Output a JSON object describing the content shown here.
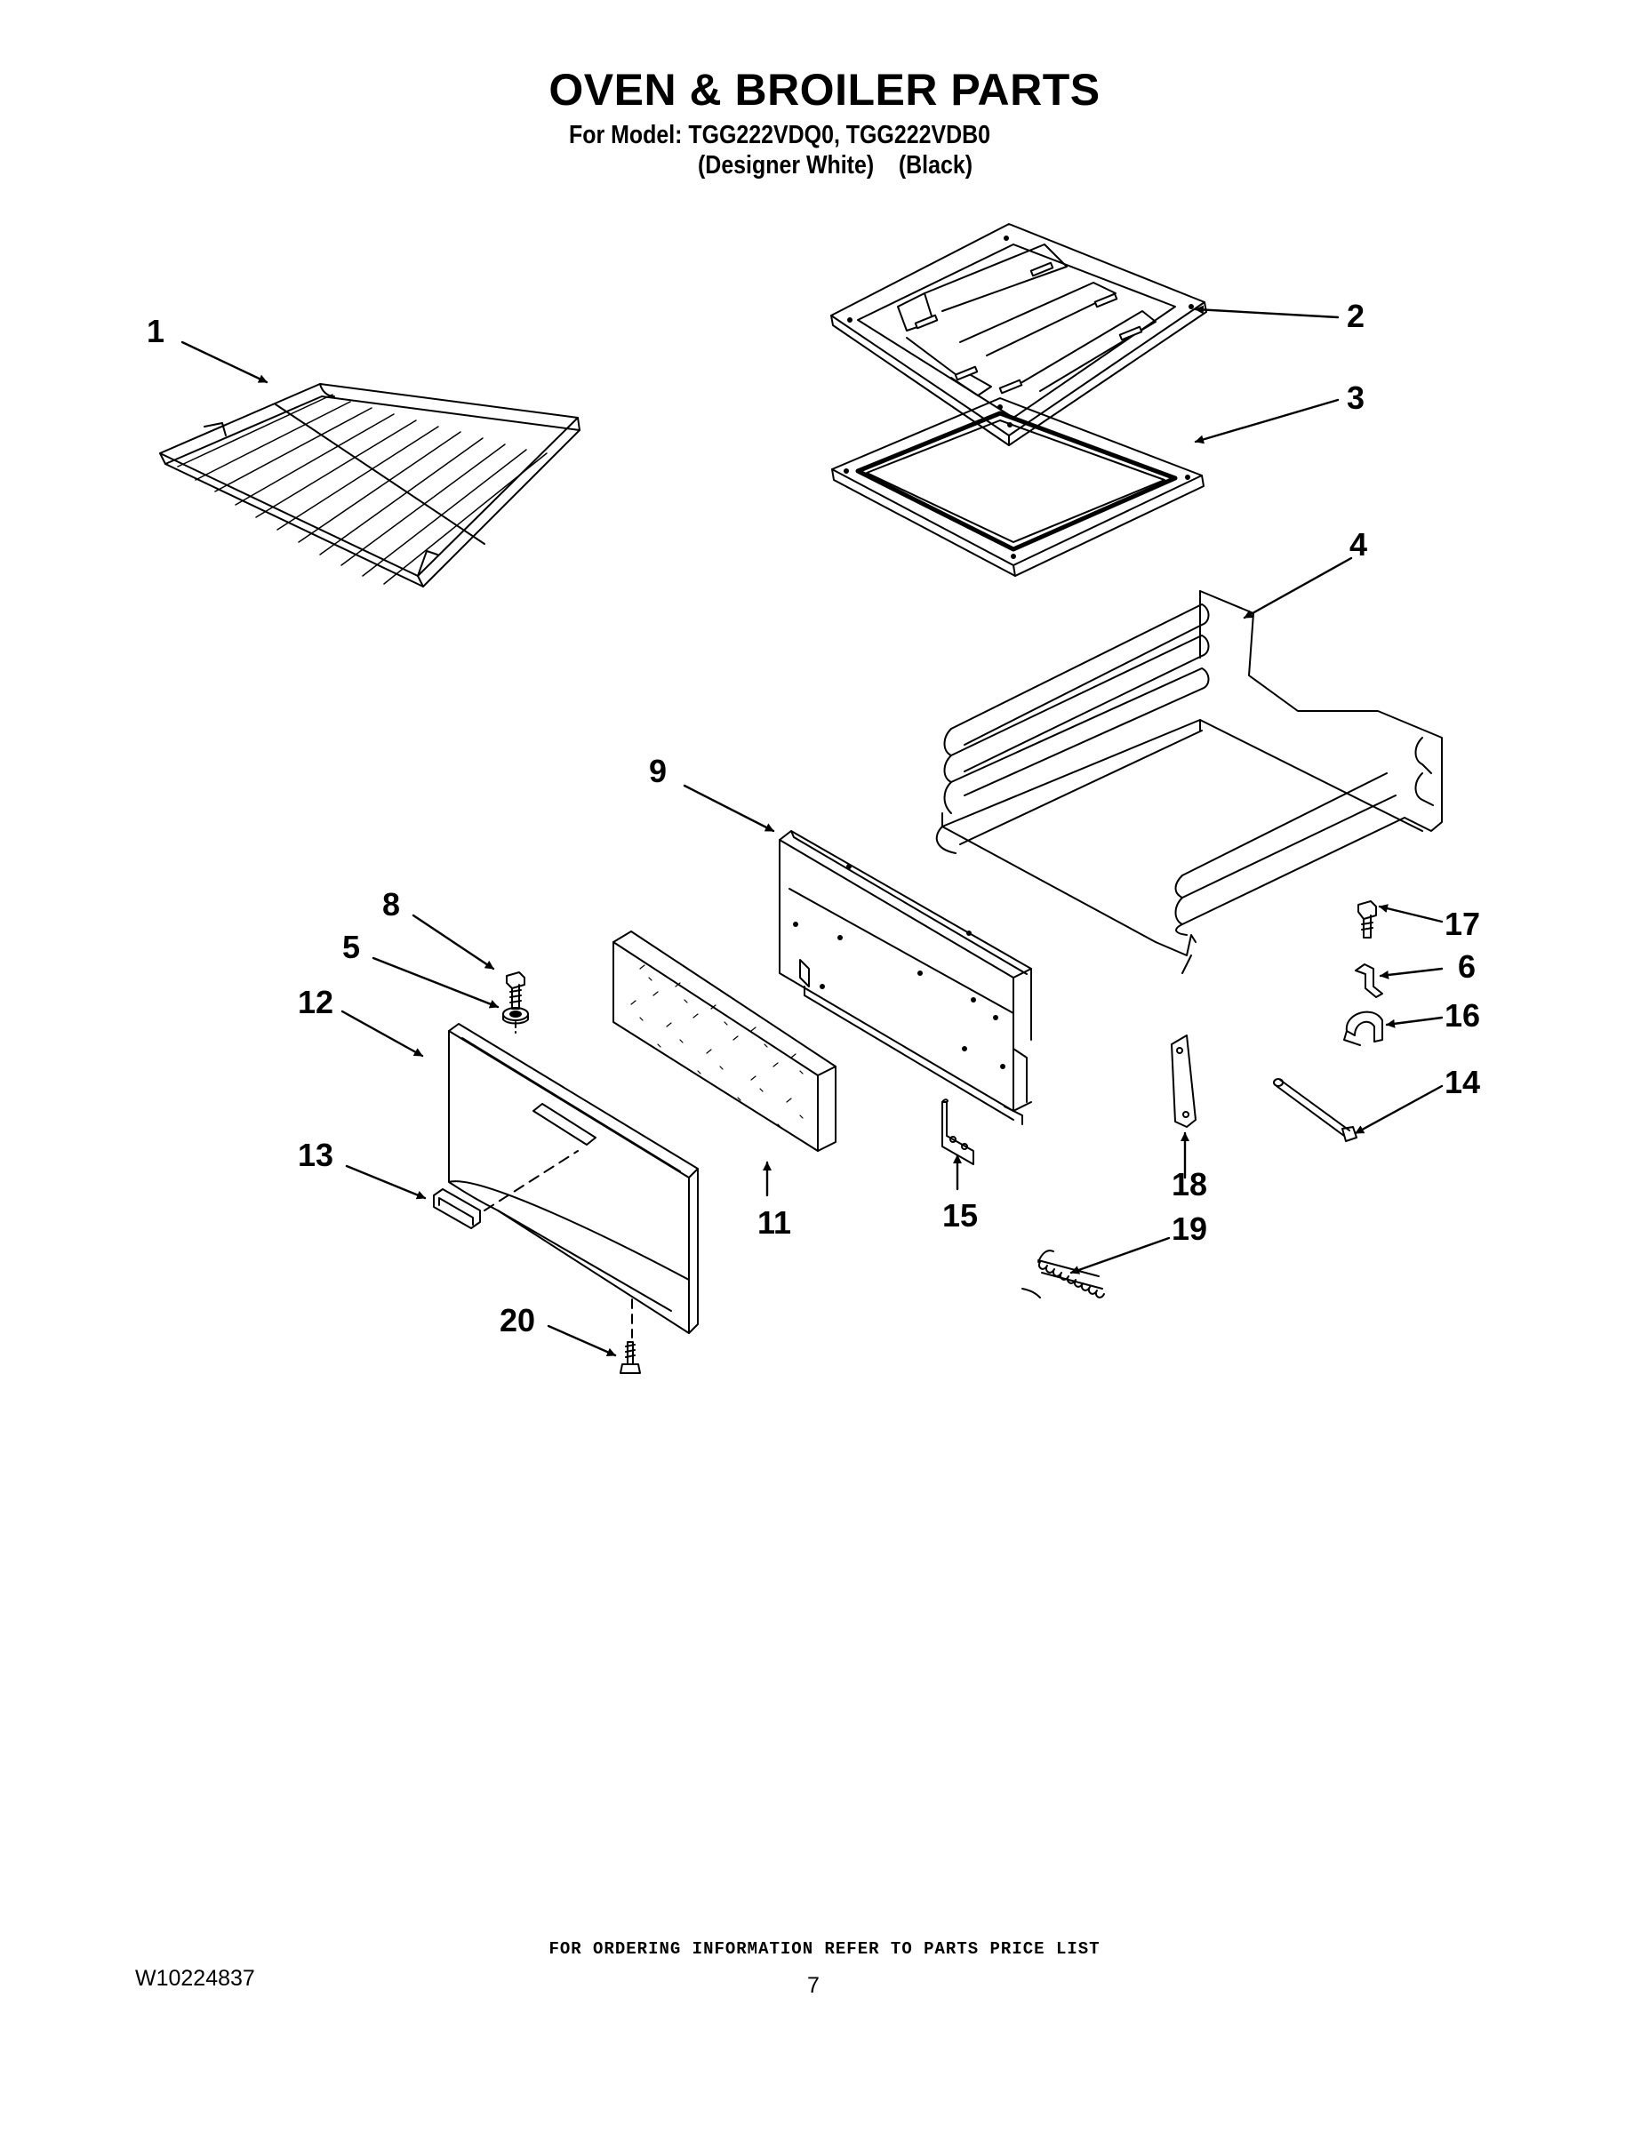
{
  "header": {
    "title": "OVEN & BROILER PARTS",
    "model_line": "For Model: TGG222VDQ0, TGG222VDB0",
    "color_1": "(Designer White)",
    "color_2": "(Black)"
  },
  "callouts": [
    "1",
    "2",
    "3",
    "4",
    "5",
    "6",
    "8",
    "9",
    "11",
    "12",
    "13",
    "14",
    "15",
    "16",
    "17",
    "18",
    "19",
    "20"
  ],
  "footer": {
    "ordering_info": "FOR ORDERING INFORMATION REFER TO PARTS PRICE LIST",
    "document_number": "W10224837",
    "page_number": "7"
  }
}
